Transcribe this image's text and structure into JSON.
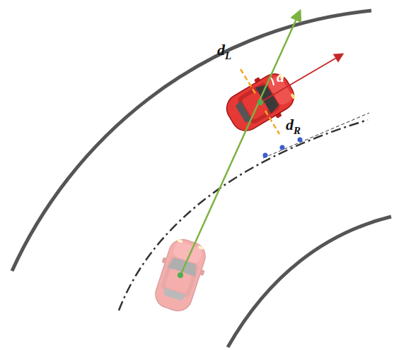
{
  "diagram": {
    "labels": [
      "dL",
      "a",
      "dR"
    ]
  }
}
